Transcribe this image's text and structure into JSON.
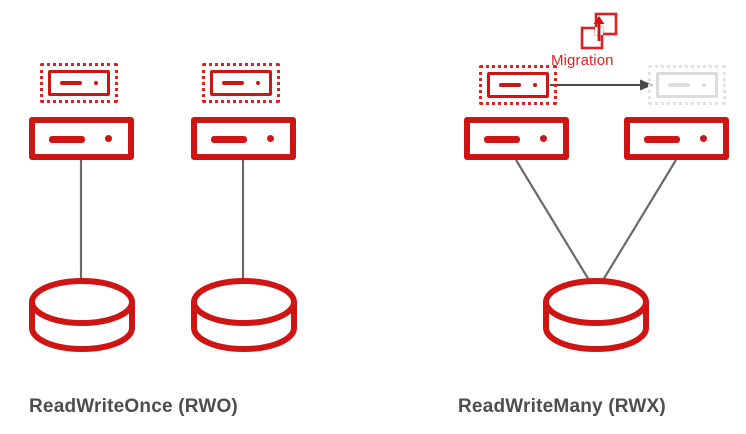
{
  "diagram": {
    "title_hidden": "Kubernetes persistent volume access modes",
    "colors": {
      "red": "#cf1414",
      "red_bright": "#e02020",
      "ghost_gray": "#dcdcdc",
      "line_gray": "#6a6a6a",
      "caption_gray": "#4d4d4d",
      "background": "#ffffff"
    },
    "panels": [
      {
        "id": "rwo",
        "caption": "ReadWriteOnce (RWO)",
        "pods": [
          {
            "id": "rwo-pod-1",
            "state": "active"
          },
          {
            "id": "rwo-pod-2",
            "state": "active"
          }
        ],
        "nodes": [
          {
            "id": "rwo-node-1"
          },
          {
            "id": "rwo-node-2"
          }
        ],
        "volumes": [
          {
            "id": "rwo-volume-1"
          },
          {
            "id": "rwo-volume-2"
          }
        ],
        "connectors": "one-node-per-volume"
      },
      {
        "id": "rwx",
        "caption": "ReadWriteMany (RWX)",
        "migration": {
          "label": "Migration",
          "icon": "migration-icon",
          "arrow": "right-arrow"
        },
        "pods": [
          {
            "id": "rwx-pod-source",
            "state": "active"
          },
          {
            "id": "rwx-pod-target",
            "state": "ghost"
          }
        ],
        "nodes": [
          {
            "id": "rwx-node-1"
          },
          {
            "id": "rwx-node-2"
          }
        ],
        "volumes": [
          {
            "id": "rwx-volume-shared"
          }
        ],
        "connectors": "both-nodes-to-one-volume"
      }
    ]
  }
}
